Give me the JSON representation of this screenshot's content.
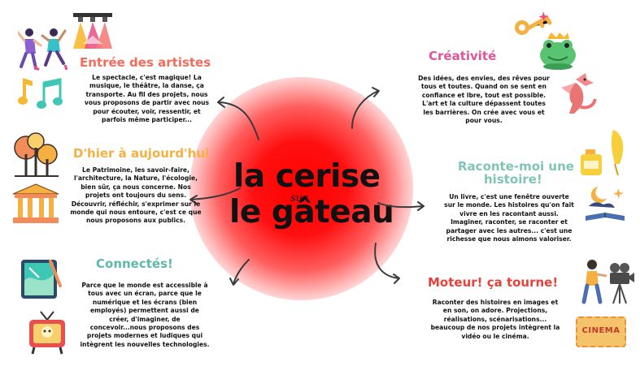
{
  "center": {
    "line1": "la cerise",
    "sur": "sur",
    "line2": "le gâteau"
  },
  "sections": [
    {
      "title": "Entrée des artistes",
      "color": "#f26b5b",
      "lines": [
        "Le spectacle, c'est magique! La",
        "musique, le théâtre, la danse, ça",
        "transporte. Au fil des projets, nous",
        "vous proposons de partir avec nous",
        "pour écouter, voir, ressentir, et",
        "parfois même participer..."
      ]
    },
    {
      "title": "D'hier à aujourd'hui",
      "color": "#f5b041",
      "lines": [
        "Le Patrimoine, les savoir-faire,",
        "l'architecture, la Nature, l'écologie,",
        "bien sûr, ça nous concerne. Nos",
        "projets ont toujours du sens.",
        "Découvrir, réfléchir, s'exprimer sur le",
        "monde qui nous entoure, c'est ce que",
        "nous proposons aux publics."
      ]
    },
    {
      "title": "Connectés!",
      "color": "#5fb8a8",
      "lines": [
        "Parce que le monde est accessible à",
        "tous avec un écran, parce que le",
        "numérique et les écrans (bien",
        "employés) permettent aussi de",
        "créer, d'imaginer, de",
        "concevoir...nous proposons des",
        "projets modernes et ludiques qui",
        "intègrent les nouvelles technologies."
      ]
    },
    {
      "title": "Créativité",
      "color": "#e0559a",
      "lines": [
        "Des idées, des envies, des rêves pour",
        "tous et toutes. Quand on se sent en",
        "confiance et lbre, tout est possible.",
        "L'art et la culture dépassent toutes",
        "les barrières. On crée avec vous et",
        "pour vous."
      ]
    },
    {
      "title": "Raconte-moi une",
      "title2": "histoire!",
      "color": "#7fc4b6",
      "lines": [
        "Un livre, c'est une fenêtre ouverte",
        "sur le monde. Les histoires qu'on fait",
        "vivre en les racontant aussi.",
        "Imaginer, raconter, se raconter et",
        "partager avec les autres... c'est une",
        "richesse que nous aimons valoriser."
      ]
    },
    {
      "title": "Moteur! ça tourne!",
      "color": "#e8413a",
      "lines": [
        "Raconter des histoires en images et",
        "en son, on adore. Projections,",
        "réalisations, scénarisations...",
        "beaucoup de nos projets intègrent la",
        "vidéo ou le cinéma."
      ]
    }
  ],
  "icons": {
    "cinema_sign": "CINEMA",
    "names": [
      "dancers-icon",
      "stage-lights-icon",
      "music-notes-icon",
      "trees-icon",
      "monument-icon",
      "tablet-drawing-icon",
      "retro-tv-icon",
      "magic-key-icon",
      "frog-prince-icon",
      "dragon-icon",
      "inkwell-quill-icon",
      "night-sky-book-icon",
      "filmmaker-icon",
      "cinema-ticket-icon"
    ]
  }
}
